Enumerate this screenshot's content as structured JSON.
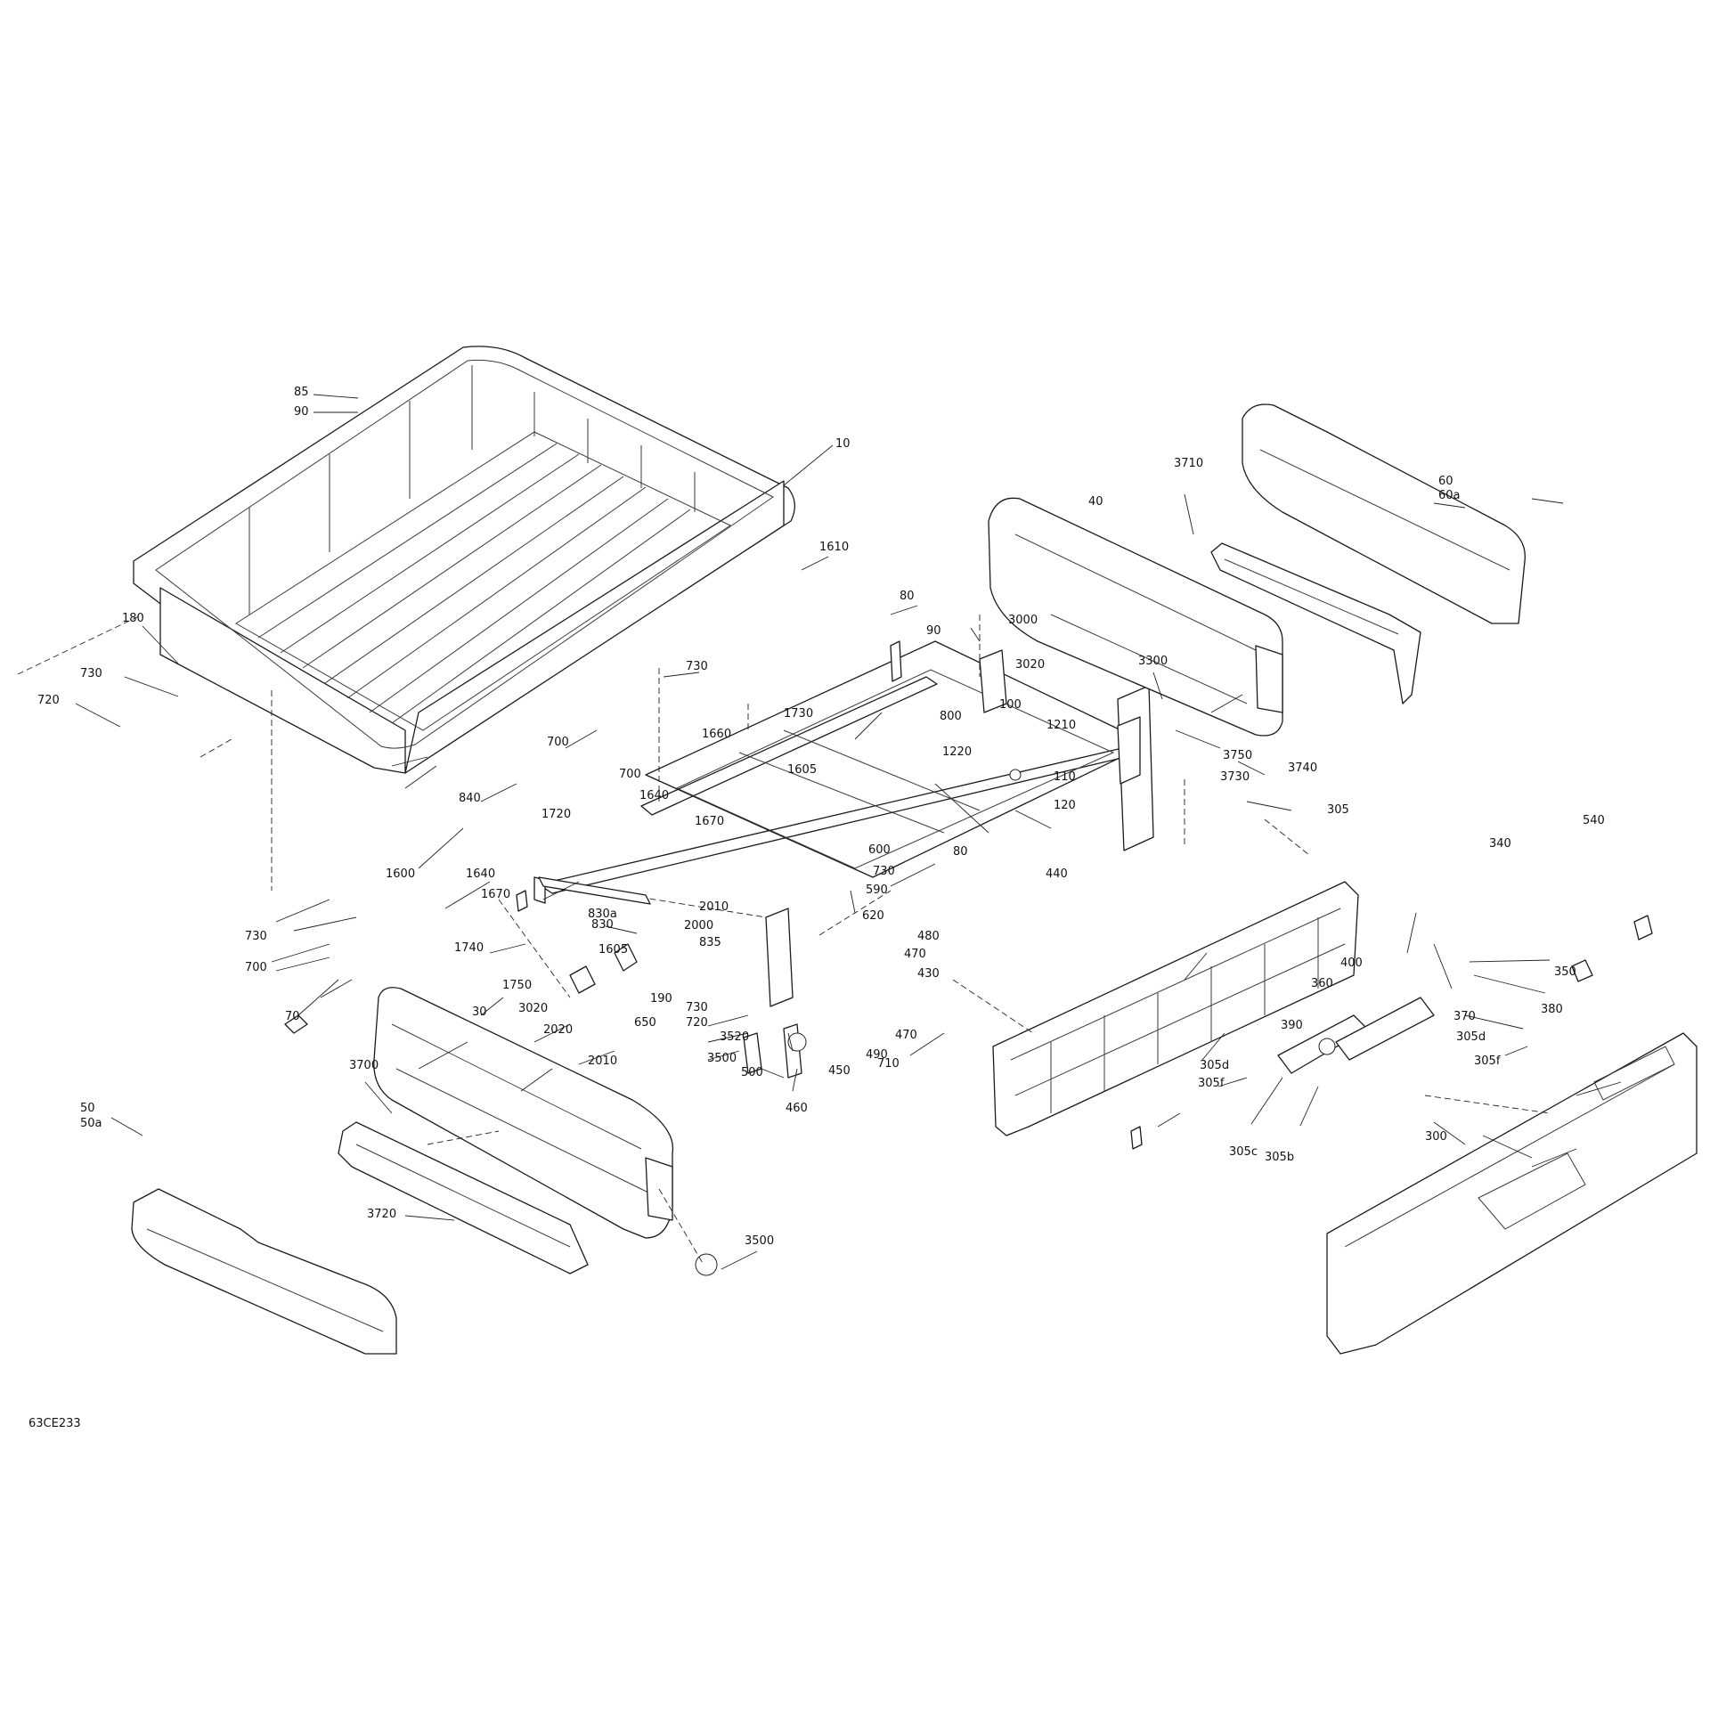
{
  "diagram_code": "63CE233",
  "callouts": [
    "85",
    "90",
    "10",
    "180",
    "730",
    "720",
    "700",
    "840",
    "1610",
    "80",
    "90",
    "3000",
    "3020",
    "730",
    "1730",
    "800",
    "1660",
    "700",
    "1640",
    "1605",
    "1220",
    "1210",
    "100",
    "110",
    "120",
    "1670",
    "1720",
    "1600",
    "1640",
    "1670",
    "830a",
    "830",
    "2010",
    "2000",
    "600",
    "730",
    "590",
    "620",
    "835",
    "80",
    "1740",
    "1605",
    "1750",
    "3020",
    "2020",
    "2010",
    "190",
    "730",
    "720",
    "650",
    "3520",
    "3500",
    "500",
    "460",
    "450",
    "490",
    "470",
    "430",
    "470",
    "480",
    "710",
    "440",
    "3300",
    "3740",
    "3750",
    "3730",
    "40",
    "3710",
    "60",
    "60a",
    "305",
    "540",
    "340",
    "350",
    "380",
    "370",
    "400",
    "360",
    "390",
    "305d",
    "305f",
    "305c",
    "305b",
    "305d",
    "305f",
    "300",
    "730",
    "700",
    "70",
    "30",
    "3700",
    "50",
    "50a",
    "3720",
    "3500"
  ],
  "parts": [
    {
      "name": "cargo-box",
      "label_index": 2
    },
    {
      "name": "frame",
      "label_index": 15
    },
    {
      "name": "left-side-panel",
      "label_index": 89
    },
    {
      "name": "left-lower-trim",
      "label_index": 90
    },
    {
      "name": "left-outer-cover",
      "label_index": 91
    },
    {
      "name": "right-side-panel",
      "label_index": 67
    },
    {
      "name": "right-lower-trim",
      "label_index": 68
    },
    {
      "name": "right-outer-cover",
      "label_index": 69
    },
    {
      "name": "tailgate-inner",
      "label_index": 71
    },
    {
      "name": "tailgate-outer",
      "label_index": 85
    },
    {
      "name": "latch-handle",
      "label_index": 79
    }
  ]
}
